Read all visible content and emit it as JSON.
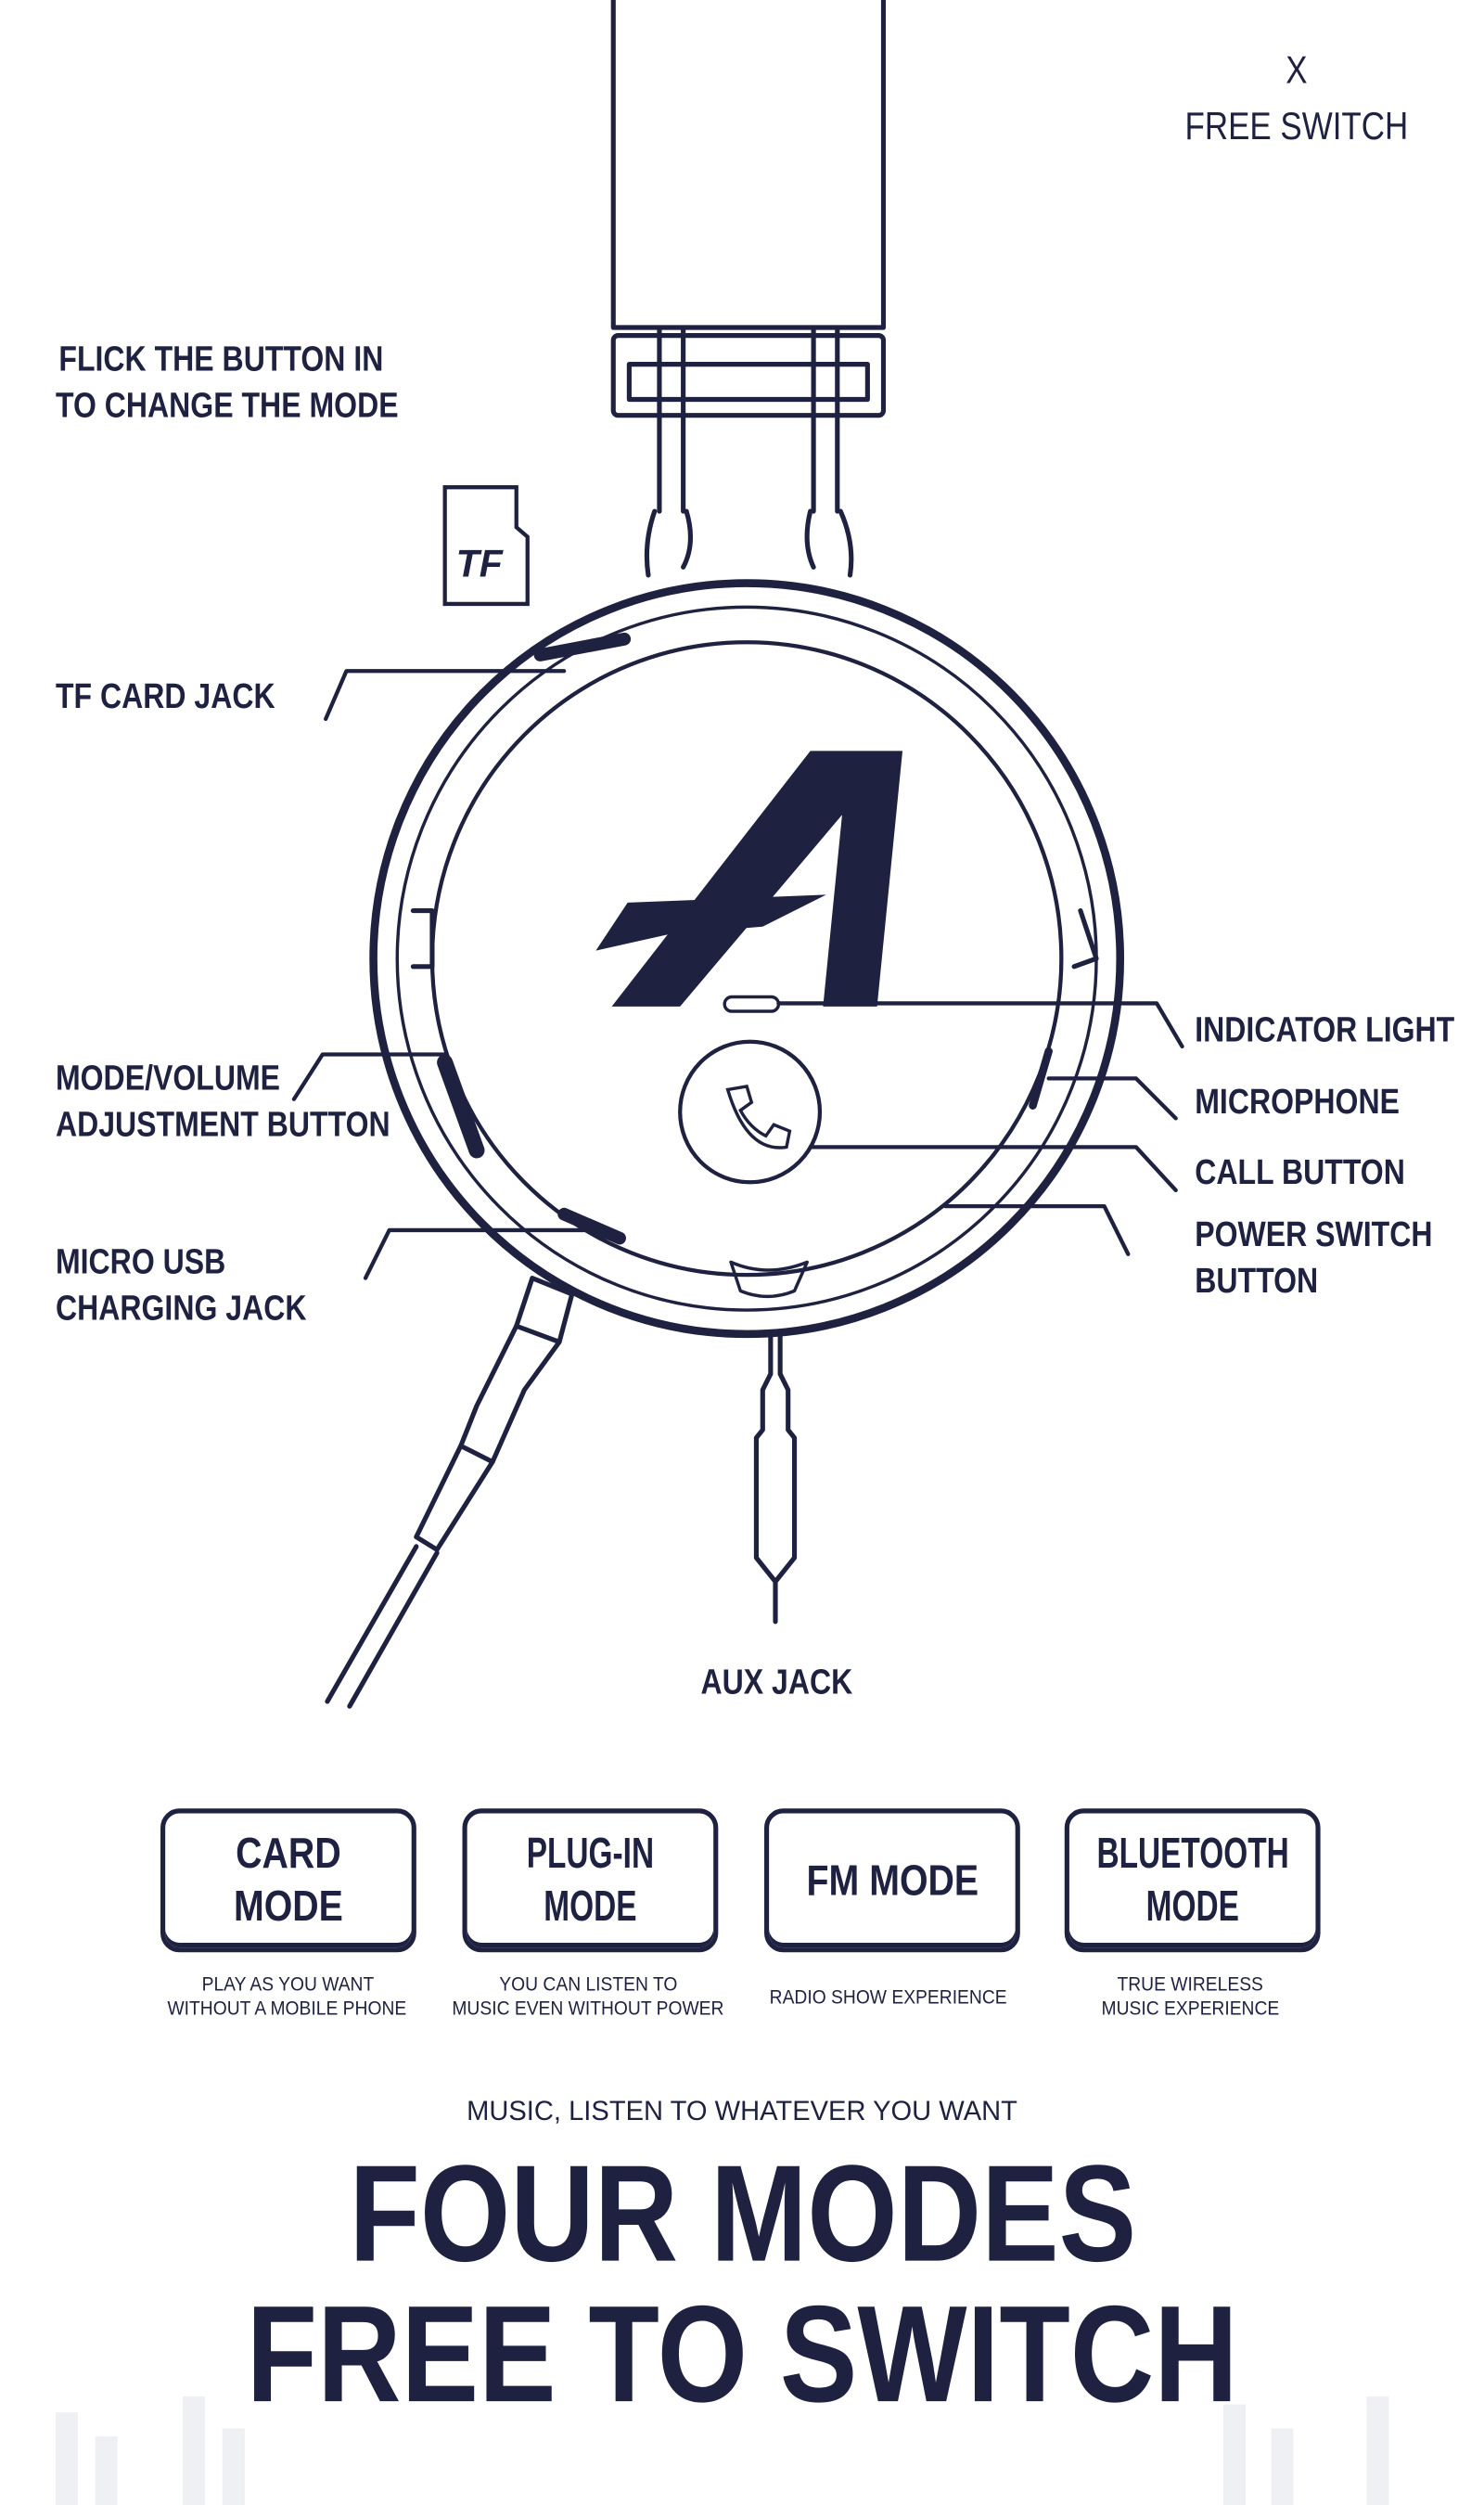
{
  "header": {
    "x_mark": "X",
    "subtitle": "FREE SWITCH"
  },
  "callouts": {
    "flick": [
      "FLICK THE BUTTON IN",
      "TO CHANGE THE MODE"
    ],
    "tf_icon": "TF",
    "tf_card_jack": "TF CARD JACK",
    "mode_volume": [
      "MODE/VOLUME",
      "ADJUSTMENT BUTTON"
    ],
    "micro_usb": [
      "MICRO USB",
      "CHARGING JACK"
    ],
    "indicator_light": "INDICATOR LIGHT",
    "microphone": "MICROPHONE",
    "call_button": "CALL BUTTON",
    "power_switch": [
      "POWER SWITCH",
      "BUTTON"
    ],
    "aux_jack": "AUX JACK"
  },
  "modes": [
    {
      "title": [
        "CARD MODE"
      ],
      "desc": [
        "PLAY AS YOU WANT",
        "WITHOUT A MOBILE PHONE"
      ]
    },
    {
      "title": [
        "PLUG-IN",
        "MODE"
      ],
      "desc": [
        "YOU CAN LISTEN TO",
        "MUSIC EVEN WITHOUT POWER"
      ]
    },
    {
      "title": [
        "FM MODE"
      ],
      "desc": [
        "RADIO SHOW EXPERIENCE"
      ]
    },
    {
      "title": [
        "BLUETOOTH",
        "MODE"
      ],
      "desc": [
        "TRUE WIRELESS",
        "MUSIC EXPERIENCE"
      ]
    }
  ],
  "footer": {
    "tagline": "MUSIC, LISTEN TO WHATEVER YOU WANT",
    "headline": [
      "FOUR MODES",
      "FREE TO SWITCH"
    ]
  },
  "colors": {
    "ink": "#1e2240"
  }
}
